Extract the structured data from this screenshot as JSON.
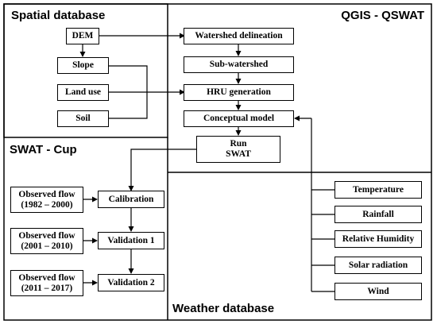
{
  "panels": {
    "spatial": "Spatial database",
    "qgis": "QGIS - QSWAT",
    "swatcup": "SWAT - Cup",
    "weather": "Weather database"
  },
  "spatial_boxes": {
    "dem": "DEM",
    "slope": "Slope",
    "landuse": "Land use",
    "soil": "Soil"
  },
  "qgis_boxes": {
    "watershed": "Watershed delineation",
    "subwatershed": "Sub-watershed",
    "hru": "HRU   generation",
    "conceptual": "Conceptual model",
    "run_swat": "Run\nSWAT"
  },
  "swatcup_boxes": {
    "obs1": "Observed flow\n(1982 – 2000)",
    "obs2": "Observed flow\n(2001 – 2010)",
    "obs3": "Observed flow\n(2011 – 2017)",
    "calibration": "Calibration",
    "validation1": "Validation 1",
    "validation2": "Validation 2"
  },
  "weather_boxes": {
    "temperature": "Temperature",
    "rainfall": "Rainfall",
    "humidity": "Relative Humidity",
    "solar": "Solar radiation",
    "wind": "Wind"
  }
}
